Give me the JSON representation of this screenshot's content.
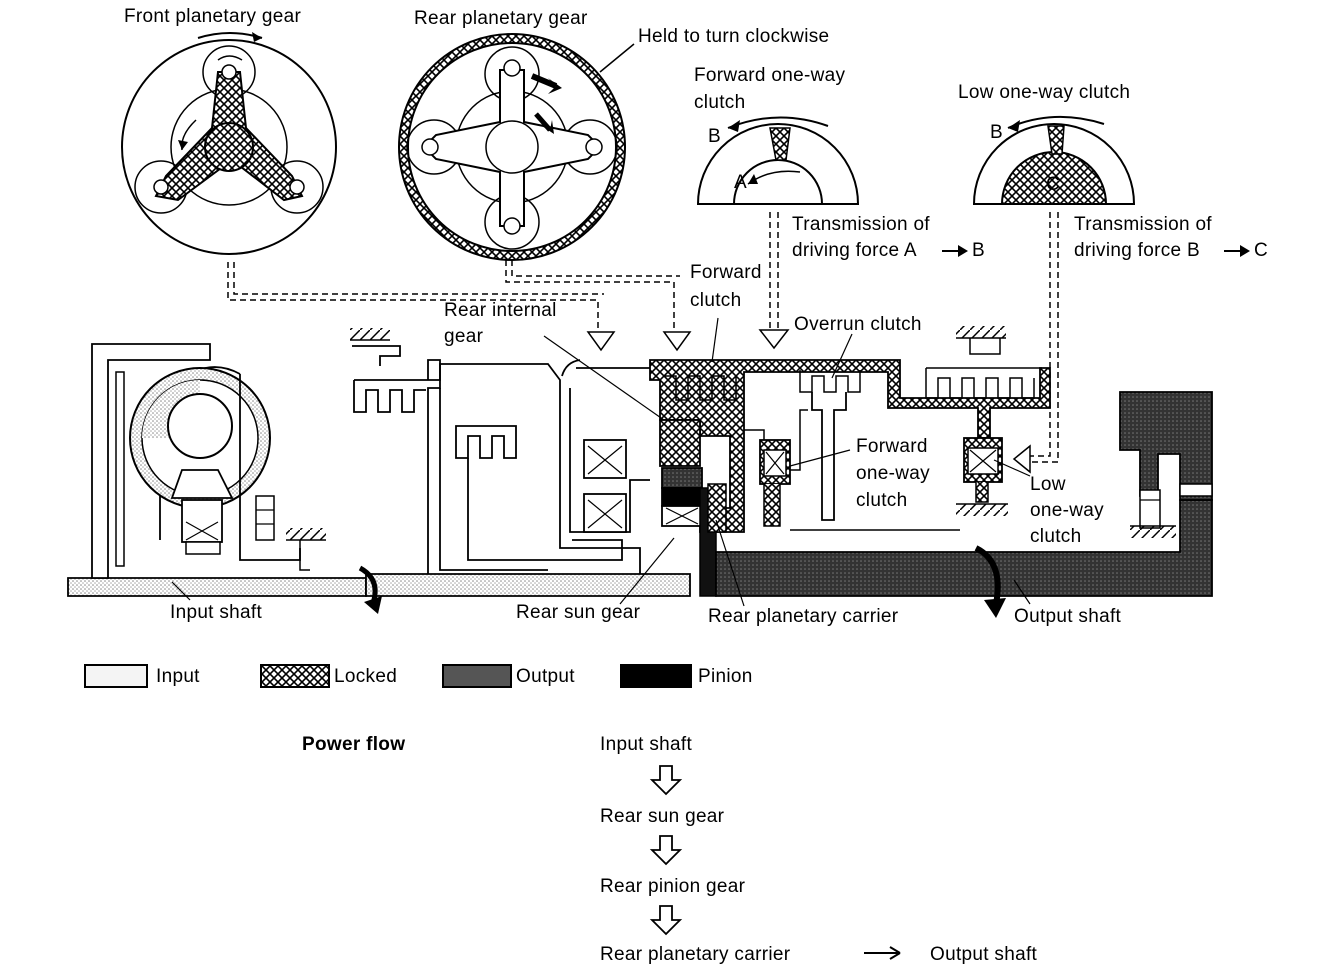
{
  "labels": {
    "front_planetary_gear": "Front planetary gear",
    "rear_planetary_gear": "Rear planetary gear",
    "held_clockwise": "Held to turn clockwise",
    "forward_owc_top_1": "Forward one-way",
    "forward_owc_top_2": "clutch",
    "low_owc_top": "Low one-way clutch",
    "letter_a": "A",
    "letter_b1": "B",
    "letter_b2": "B",
    "letter_c": "C",
    "tx_ab_1": "Transmission of",
    "tx_ab_2": "driving force A",
    "tx_ab_3": "B",
    "tx_bc_1": "Transmission of",
    "tx_bc_2": "driving force B",
    "tx_bc_3": "C",
    "forward_clutch_1": "Forward",
    "forward_clutch_2": "clutch",
    "rear_internal_1": "Rear internal",
    "rear_internal_2": "gear",
    "overrun_clutch": "Overrun clutch",
    "forward_owc_side_1": "Forward",
    "forward_owc_side_2": "one-way",
    "forward_owc_side_3": "clutch",
    "low_owc_side_1": "Low",
    "low_owc_side_2": "one-way",
    "low_owc_side_3": "clutch",
    "input_shaft": "Input shaft",
    "rear_sun_gear": "Rear sun gear",
    "rear_planetary_carrier": "Rear planetary carrier",
    "output_shaft": "Output shaft"
  },
  "legend": [
    {
      "label": "Input"
    },
    {
      "label": "Locked"
    },
    {
      "label": "Output"
    },
    {
      "label": "Pinion"
    }
  ],
  "power_flow": {
    "title": "Power flow",
    "steps": [
      "Input shaft",
      "Rear sun gear",
      "Rear pinion gear",
      "Rear planetary carrier"
    ],
    "final": "Output shaft"
  }
}
